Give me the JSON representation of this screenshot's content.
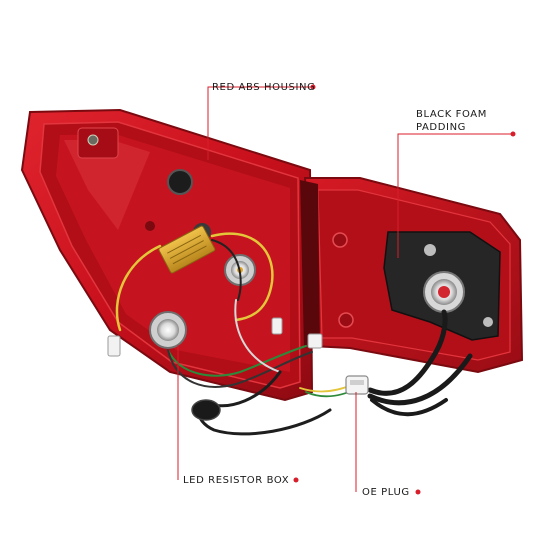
{
  "callouts": {
    "housing": "RED ABS HOUSING",
    "foam_line1": "BLACK FOAM",
    "foam_line2": "PADDING",
    "resistor": "LED RESISTOR BOX",
    "plug": "OE PLUG"
  },
  "colors": {
    "housing_red": "#c8101c",
    "housing_dark": "#7a0a10",
    "foam": "#2a2a2a",
    "callout_dot": "#d81e2a",
    "resistor_gold": "#d8a629"
  }
}
